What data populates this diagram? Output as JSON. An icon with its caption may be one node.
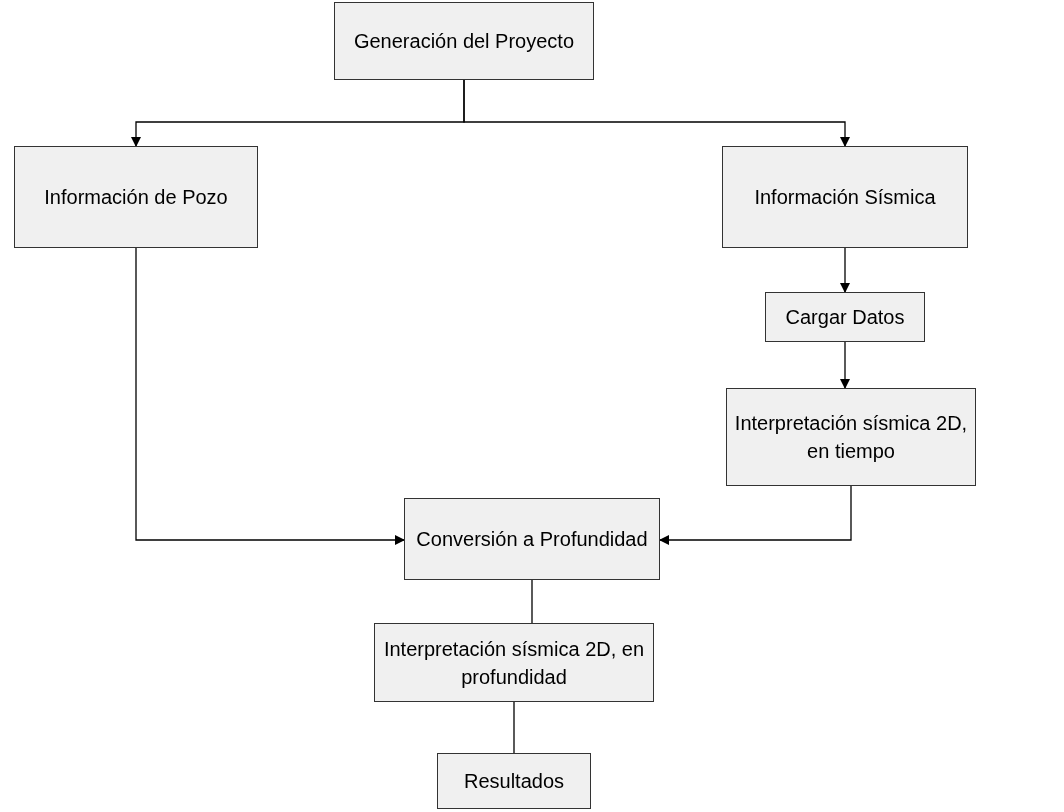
{
  "diagram": {
    "nodes": [
      {
        "text": [
          "Generación del Proyecto"
        ]
      },
      {
        "text": [
          "Información de Pozo"
        ]
      },
      {
        "text": [
          "Información Sísmica"
        ]
      },
      {
        "text": [
          "Cargar Datos"
        ]
      },
      {
        "text": [
          "Interpretación sísmica 2D, en tiempo"
        ]
      },
      {
        "text": [
          "Conversión a Profundidad"
        ]
      },
      {
        "text": [
          "Interpretación sísmica 2D, en profundidad"
        ]
      },
      {
        "text": [
          "Resultados"
        ]
      }
    ],
    "edges": [
      {
        "from": 0,
        "to": 1,
        "arrow": "to"
      },
      {
        "from": 0,
        "to": 2,
        "arrow": "to"
      },
      {
        "from": 2,
        "to": 3,
        "arrow": "to"
      },
      {
        "from": 3,
        "to": 4,
        "arrow": "to"
      },
      {
        "from": 1,
        "to": 5,
        "arrow": "to"
      },
      {
        "from": 4,
        "to": 5,
        "arrow": "to"
      },
      {
        "from": 5,
        "to": 6,
        "arrow": "none"
      },
      {
        "from": 6,
        "to": 7,
        "arrow": "none"
      }
    ]
  }
}
